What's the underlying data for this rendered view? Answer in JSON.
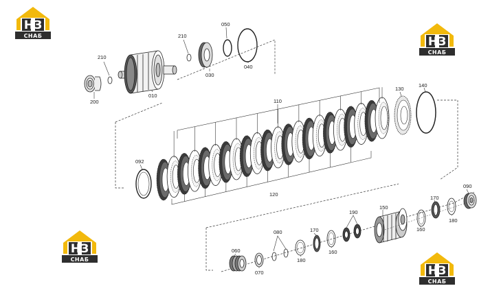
{
  "brand": {
    "mark": "НЗ",
    "name": "СНАБ",
    "colors": {
      "gold": "#f2b90c",
      "dark": "#2e2e2e",
      "white": "#ffffff"
    }
  },
  "labels": {
    "p010": "010",
    "p030": "030",
    "p040": "040",
    "p050": "050",
    "p060": "060",
    "p070": "070",
    "p080": "080",
    "p090": "090",
    "p092": "092",
    "p110": "110",
    "p120": "120",
    "p130": "130",
    "p140": "140",
    "p150": "150",
    "p160a": "160",
    "p160b": "160",
    "p170a": "170",
    "p170b": "170",
    "p180a": "180",
    "p180b": "180",
    "p190": "190",
    "p200": "200",
    "p210a": "210",
    "p210b": "210"
  }
}
